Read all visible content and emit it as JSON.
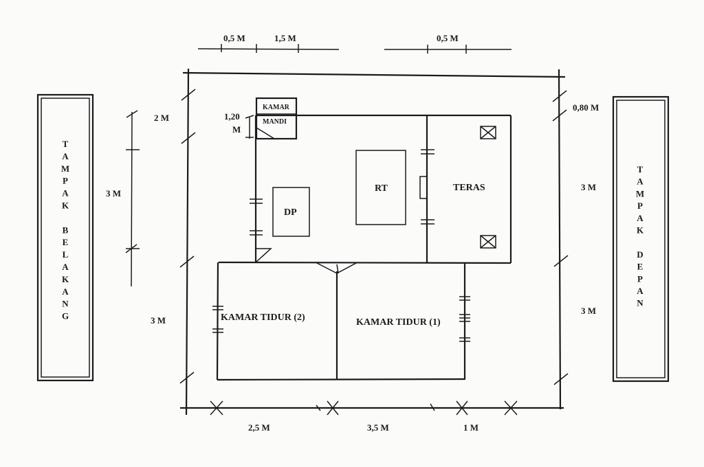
{
  "top_dims": {
    "a": "0,5 M",
    "b": "1,5 M",
    "c": "0,5 M"
  },
  "left_dims": {
    "a": "2 M",
    "b": "3 M",
    "c": "3 M",
    "d": "1,20",
    "e": "M"
  },
  "right_dims": {
    "a": "0,80 M",
    "b": "3 M",
    "c": "3 M"
  },
  "bottom_dims": {
    "a": "2,5 M",
    "b": "3,5 M",
    "c": "1 M"
  },
  "rooms": {
    "kamar_mandi_1": "KAMAR",
    "kamar_mandi_2": "MANDI",
    "rt": "RT",
    "dp": "DP",
    "teras": "TERAS",
    "kamar_tidur_2": "KAMAR TIDUR (2)",
    "kamar_tidur_1": "KAMAR TIDUR (1)"
  },
  "side_panels": {
    "left": [
      "T",
      "A",
      "M",
      "P",
      "A",
      "K",
      "",
      "B",
      "E",
      "L",
      "A",
      "K",
      "A",
      "N",
      "G"
    ],
    "right": [
      "T",
      "A",
      "M",
      "P",
      "A",
      "K",
      "",
      "D",
      "E",
      "P",
      "A",
      "N"
    ]
  }
}
